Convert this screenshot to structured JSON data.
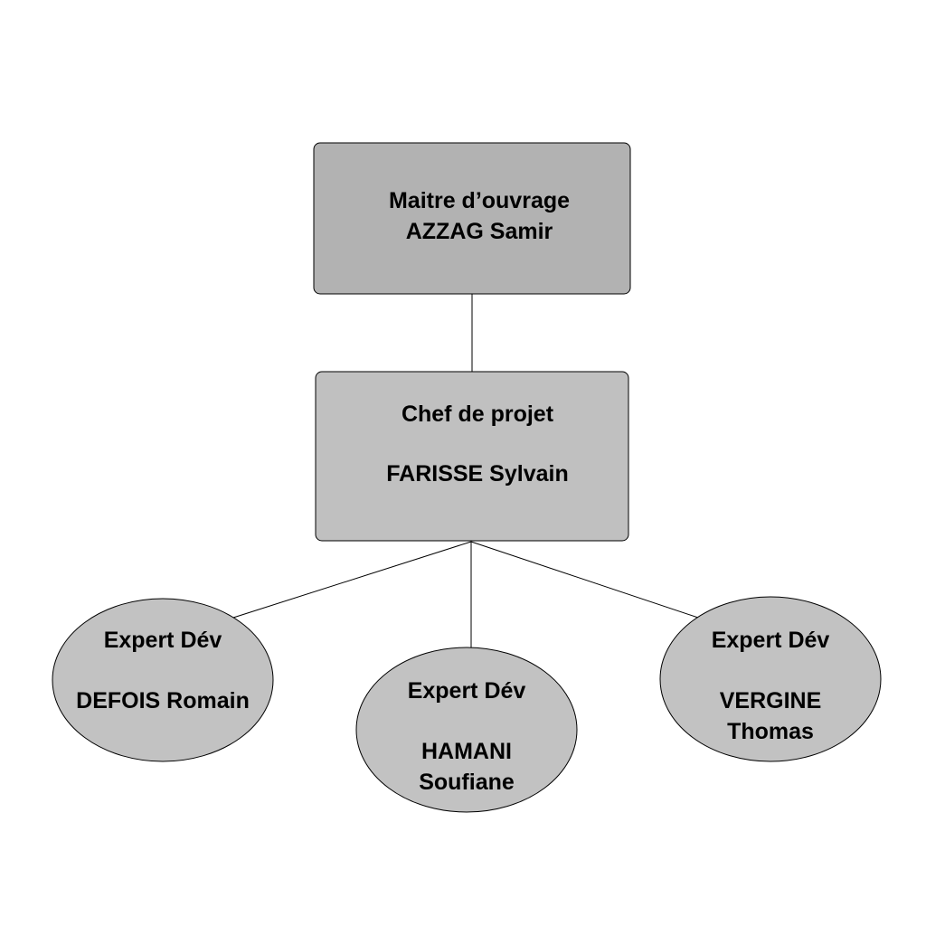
{
  "diagram": {
    "type": "org-chart",
    "colors": {
      "top_box_fill": "#b2b2b2",
      "middle_box_fill": "#c0c0c0",
      "ellipse_fill": "#c2c2c2",
      "stroke": "#000000",
      "connector": "#000000"
    },
    "nodes": {
      "maitre_ouvrage": {
        "role": "Maitre d’ouvrage",
        "name": "AZZAG Samir"
      },
      "chef_projet": {
        "role": "Chef de projet",
        "name": "FARISSE Sylvain"
      },
      "expert_defois": {
        "role": "Expert Dév",
        "name": "DEFOIS Romain"
      },
      "expert_hamani": {
        "role": "Expert Dév",
        "name_line1": "HAMANI",
        "name_line2": "Soufiane"
      },
      "expert_vergine": {
        "role": "Expert Dév",
        "name_line1": "VERGINE",
        "name_line2": "Thomas"
      }
    },
    "edges": [
      {
        "from": "maitre_ouvrage",
        "to": "chef_projet"
      },
      {
        "from": "chef_projet",
        "to": "expert_defois"
      },
      {
        "from": "chef_projet",
        "to": "expert_hamani"
      },
      {
        "from": "chef_projet",
        "to": "expert_vergine"
      }
    ]
  }
}
